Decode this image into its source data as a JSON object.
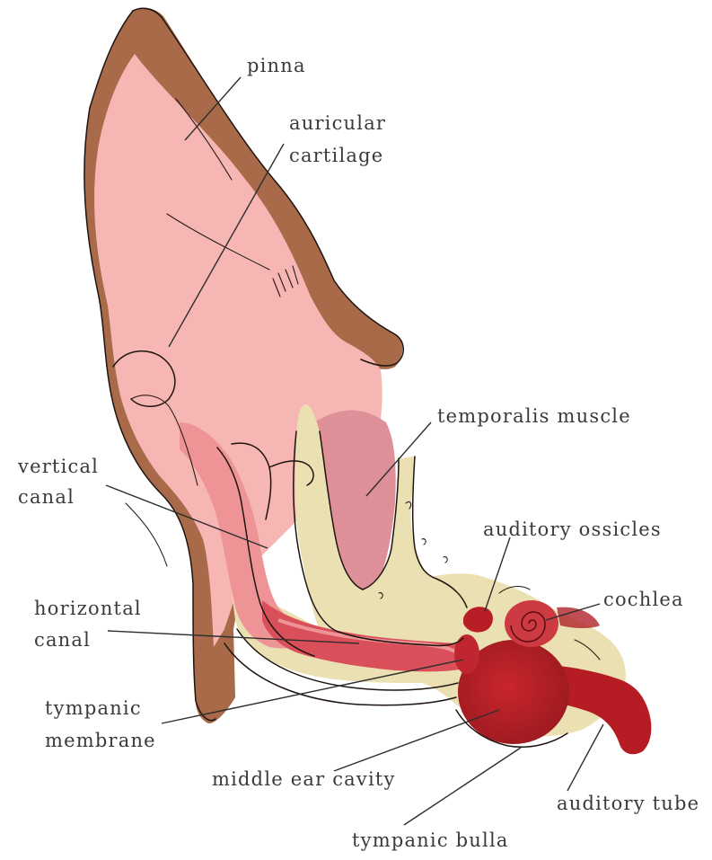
{
  "diagram": {
    "labels": {
      "pinna": "pinna",
      "auricular_cartilage_1": "auricular",
      "auricular_cartilage_2": "cartilage",
      "temporalis_muscle": "temporalis muscle",
      "vertical_canal_1": "vertical",
      "vertical_canal_2": "canal",
      "auditory_ossicles": "auditory ossicles",
      "horizontal_canal_1": "horizontal",
      "horizontal_canal_2": "canal",
      "cochlea": "cochlea",
      "tympanic_membrane_1": "tympanic",
      "tympanic_membrane_2": "membrane",
      "middle_ear_cavity": "middle ear cavity",
      "auditory_tube": "auditory tube",
      "tympanic_bulla": "tympanic bulla"
    },
    "colors": {
      "skin": "#a86a48",
      "pinna_pink": "#f6b6b4",
      "canal_pink": "#ee9496",
      "muscle": "#dc8a92",
      "bone": "#ebe0b2",
      "tissue_red": "#b91f26",
      "ink": "#1e1410"
    }
  }
}
